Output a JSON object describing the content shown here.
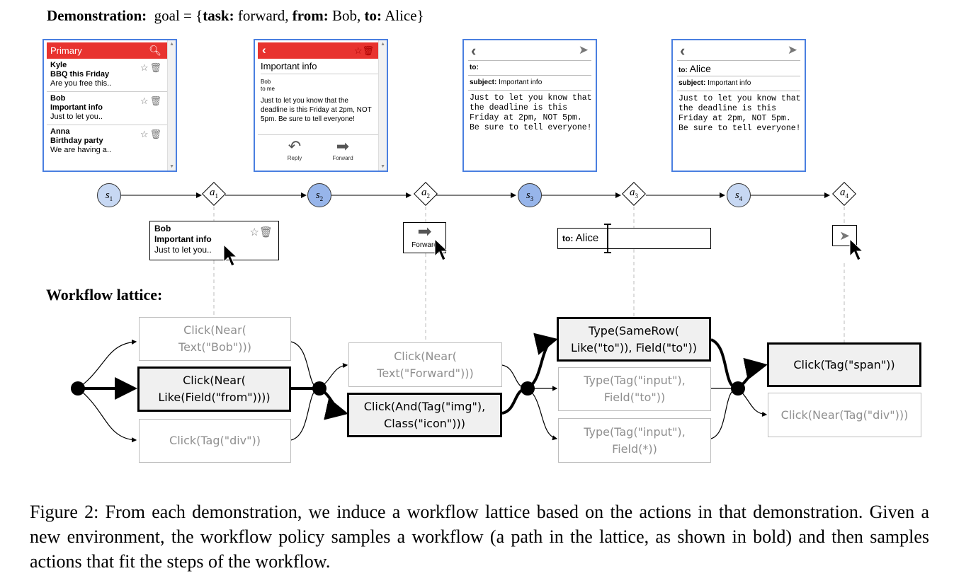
{
  "header": {
    "prefix": "Demonstration:",
    "goal_text": "goal = {",
    "task_key": "task:",
    "task_val": "forward,",
    "from_key": "from:",
    "from_val": "Bob,",
    "to_key": "to:",
    "to_val": "Alice}"
  },
  "inbox": {
    "title": "Primary",
    "emails": [
      {
        "sender": "Kyle",
        "subject": "BBQ this Friday",
        "preview": "Are you free this.."
      },
      {
        "sender": "Bob",
        "subject": "Important info",
        "preview": "Just to let you.."
      },
      {
        "sender": "Anna",
        "subject": "Birthday party",
        "preview": "We are having a.."
      }
    ]
  },
  "message": {
    "title": "Important info",
    "from": "Bob",
    "to_me": "to me",
    "body": "Just to let you know that the deadline is this Friday at 2pm, NOT 5pm. Be sure to tell everyone!",
    "reply_label": "Reply",
    "forward_label": "Forward"
  },
  "compose1": {
    "to_label": "to:",
    "to_value": "",
    "subject_label": "subject:",
    "subject_value": "Important info",
    "body": "Just to let you know that\nthe deadline is this\nFriday at 2pm, NOT 5pm.\nBe sure to tell everyone!"
  },
  "compose2": {
    "to_label": "to:",
    "to_value": "Alice",
    "subject_label": "subject:",
    "subject_value": "Important info",
    "body": "Just to let you know that\nthe deadline is this\nFriday at 2pm, NOT 5pm.\nBe sure to tell everyone!"
  },
  "timeline": {
    "states": [
      {
        "sym": "s",
        "sub": "1"
      },
      {
        "sym": "s",
        "sub": "2"
      },
      {
        "sym": "s",
        "sub": "3"
      },
      {
        "sym": "s",
        "sub": "4"
      }
    ],
    "actions": [
      {
        "sym": "a",
        "sub": "1"
      },
      {
        "sym": "a",
        "sub": "2"
      },
      {
        "sym": "a",
        "sub": "3"
      },
      {
        "sym": "a",
        "sub": "4"
      }
    ]
  },
  "details": {
    "a1": {
      "sender": "Bob",
      "subject": "Important info",
      "preview": "Just to let you.."
    },
    "a2": {
      "label": "Forward"
    },
    "a3": {
      "to_label": "to:",
      "to_value": "Alice"
    }
  },
  "lattice": {
    "title": "Workflow lattice:",
    "col1": [
      {
        "text": "Click(Near(\nText(\"Bob\")))",
        "bold": false
      },
      {
        "text": "Click(Near(\nLike(Field(\"from\"))))",
        "bold": true
      },
      {
        "text": "Click(Tag(\"div\"))",
        "bold": false
      }
    ],
    "col2": [
      {
        "text": "Click(Near(\nText(\"Forward\")))",
        "bold": false
      },
      {
        "text": "Click(And(Tag(\"img\"),\nClass(\"icon\")))",
        "bold": true
      }
    ],
    "col3": [
      {
        "text": "Type(SameRow(\nLike(\"to\")), Field(\"to\"))",
        "bold": true
      },
      {
        "text": "Type(Tag(\"input\"),\nField(\"to\"))",
        "bold": false
      },
      {
        "text": "Type(Tag(\"input\"),\nField(*))",
        "bold": false
      }
    ],
    "col4": [
      {
        "text": "Click(Tag(\"span\"))",
        "bold": true
      },
      {
        "text": "Click(Near(Tag(\"div\")))",
        "bold": false
      }
    ]
  },
  "caption": "Figure 2:   From each demonstration, we induce a workflow lattice based on the actions in that demonstration. Given a new environment, the workflow policy samples a workflow (a path in the lattice, as shown in bold) and then samples actions that fit the steps of the workflow.",
  "colors": {
    "screen_border": "#4a7fe0",
    "gmail_red": "#e8332f",
    "state_light": "#c7d8f3",
    "state_dark": "#97b5ea"
  }
}
